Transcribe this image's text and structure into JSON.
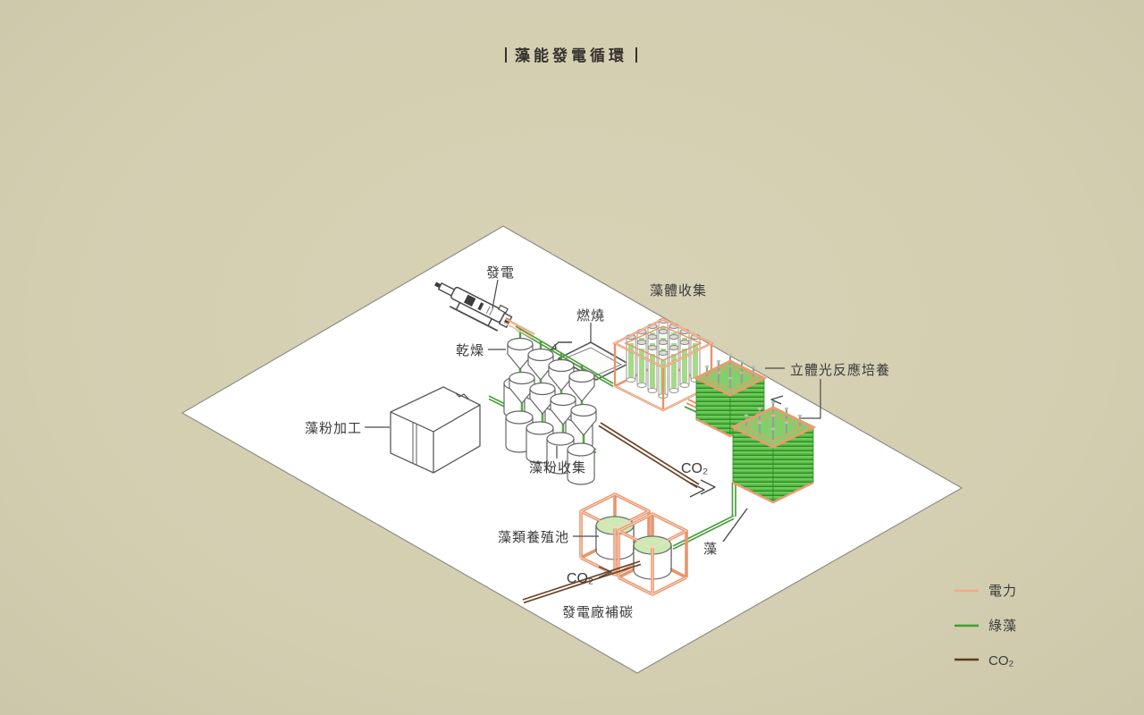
{
  "title": {
    "text": "藻能發電循環"
  },
  "diagram": {
    "labels": {
      "power_generation": "發電",
      "combustion": "燃燒",
      "drying": "乾燥",
      "algae_powder_processing": "藻粉加工",
      "algae_powder_collection": "藻粉收集",
      "algae_biomass_collection": "藻體收集",
      "photobioreactor": "立體光反應培養",
      "algae_pond": "藻類養殖池",
      "algae": "藻",
      "co2_to_reactor": "CO₂",
      "co2_from_plant": "CO₂",
      "power_plant_carbon_supply": "發電廠補碳"
    },
    "colors": {
      "background": "#d6d0b4",
      "floor": "#ffffff",
      "electricity_orange": "#f2ab83",
      "frame_salmon": "#e8956e",
      "algae_green": "#4f9f40",
      "reactor_green": "#5abf48",
      "co2_brown": "#6a4424",
      "text": "#3b3b3b"
    }
  },
  "legend": {
    "items": [
      {
        "id": "electricity",
        "label": "電力",
        "color": "#f2ab83"
      },
      {
        "id": "green-algae",
        "label": "綠藻",
        "color": "#3f9e35"
      },
      {
        "id": "co2",
        "label": "CO₂",
        "color": "#5a3b1d"
      }
    ]
  }
}
